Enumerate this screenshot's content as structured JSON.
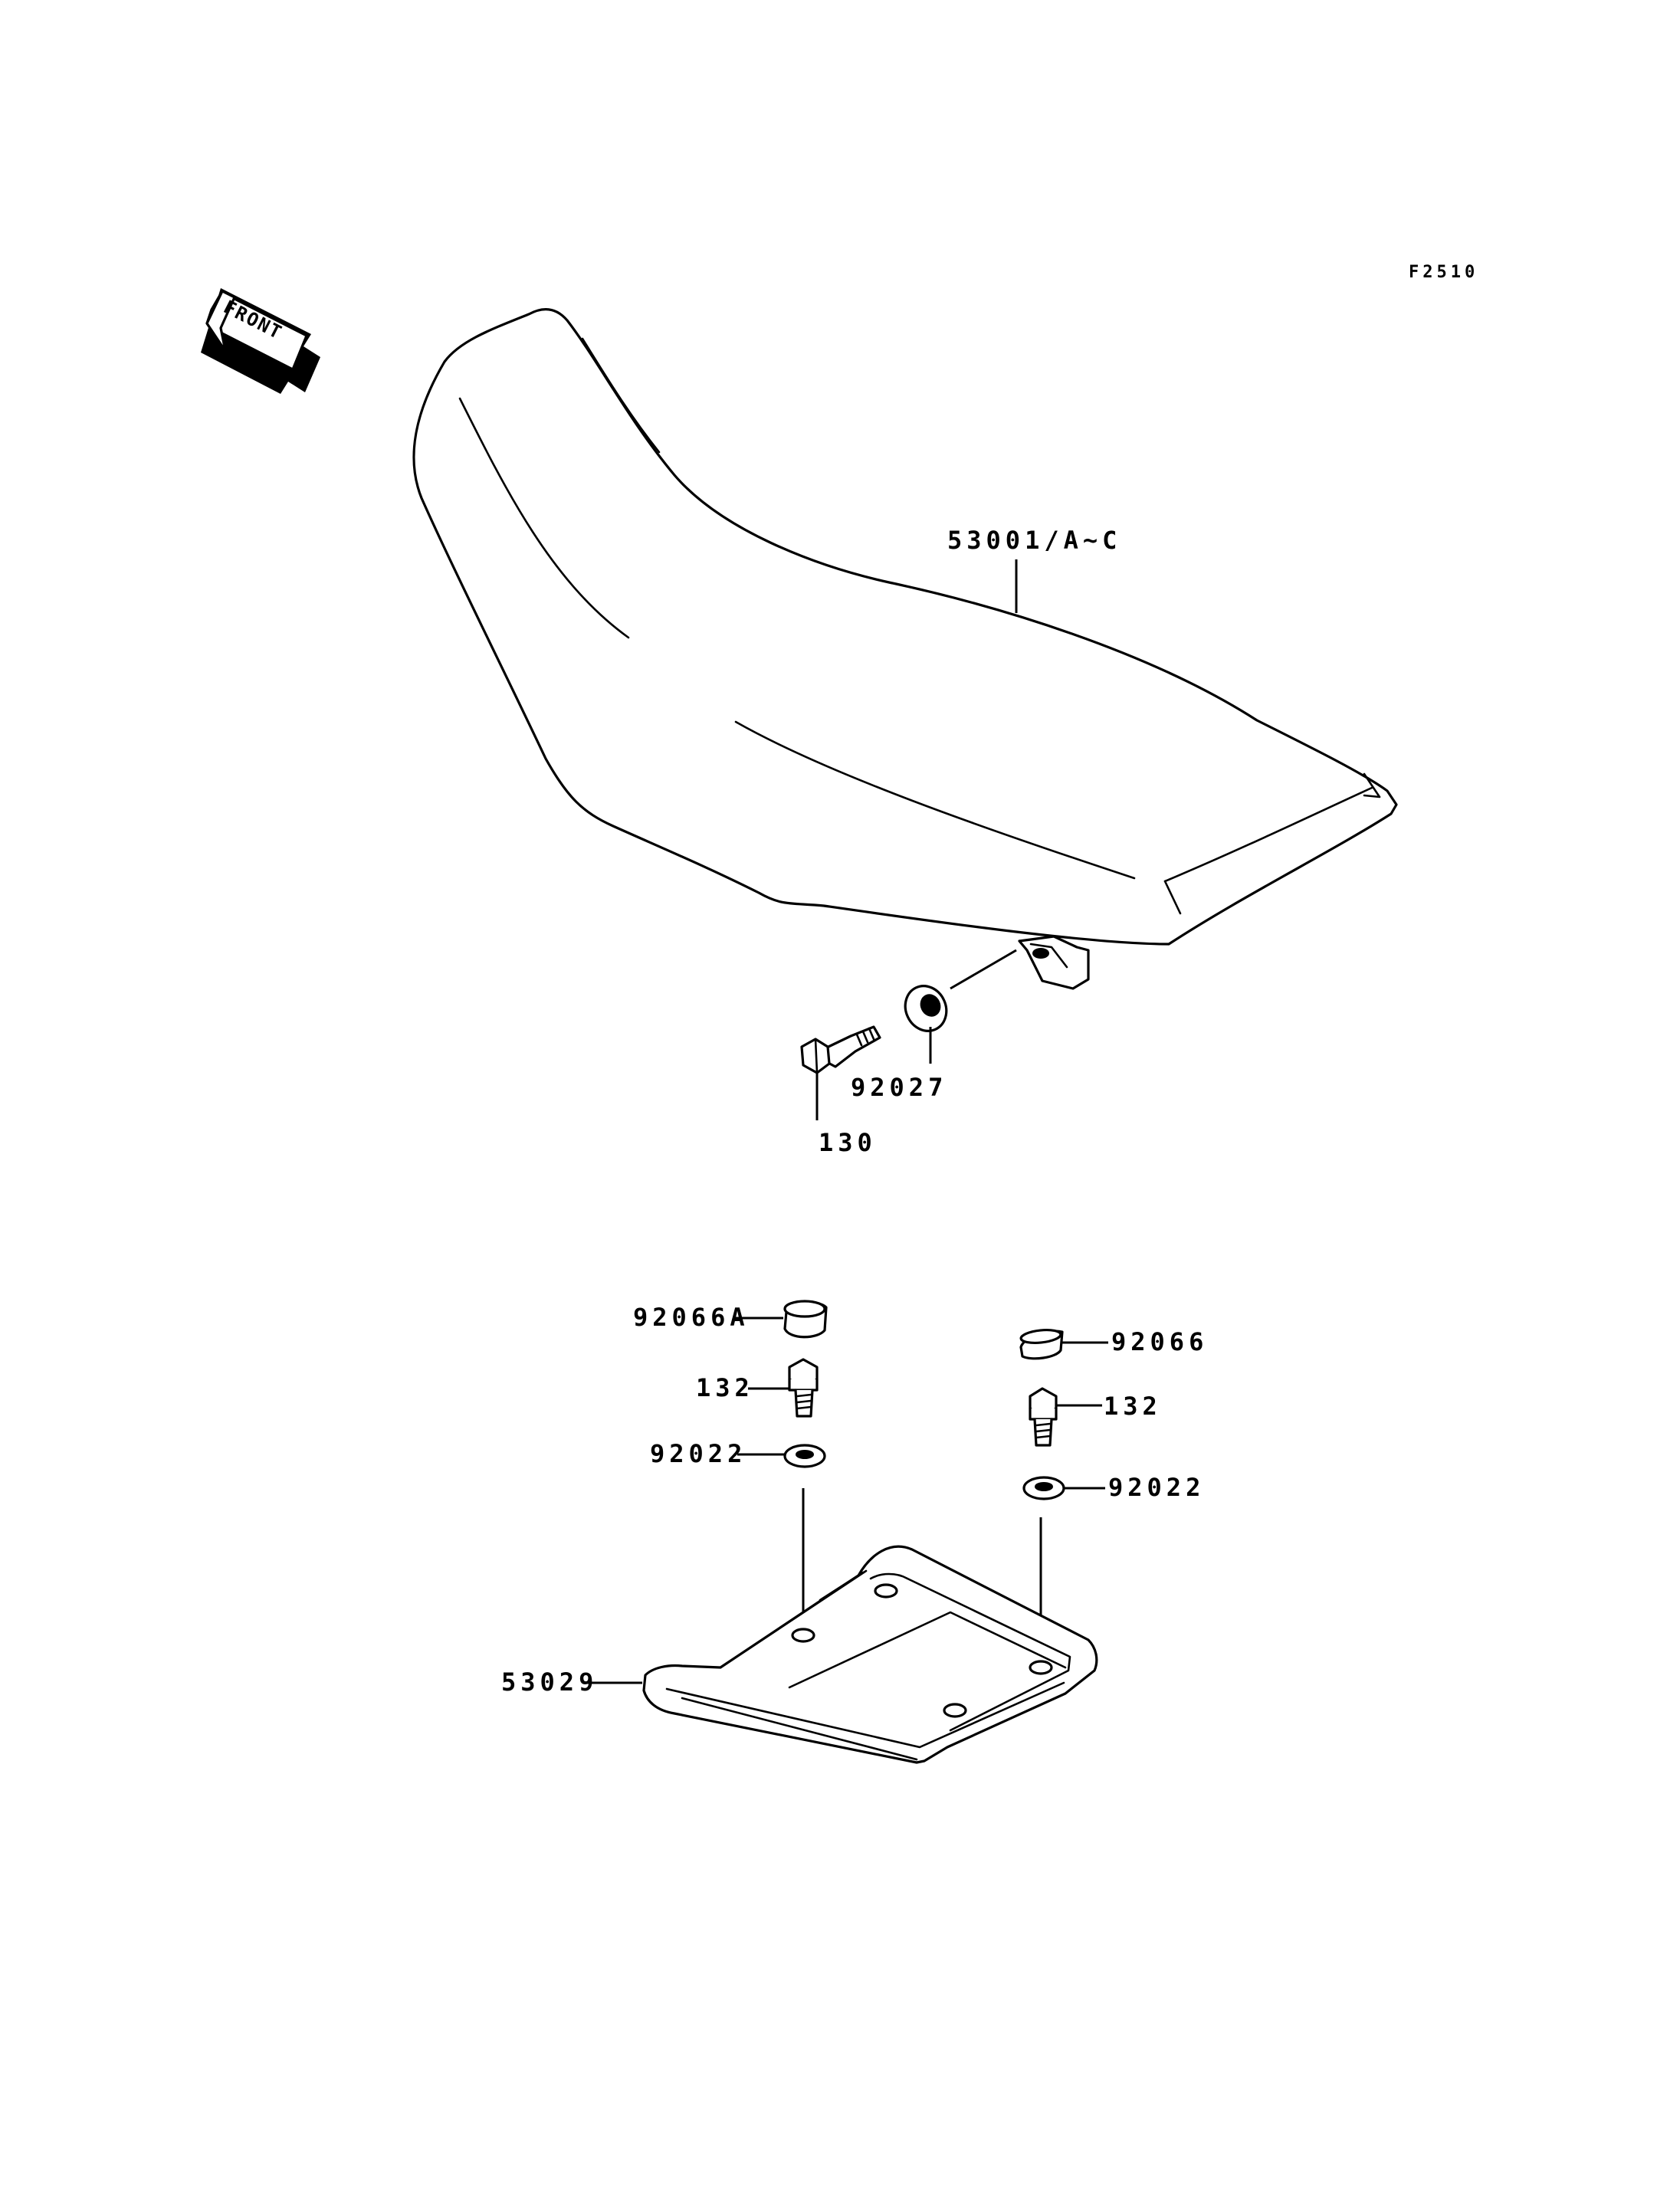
{
  "diagram": {
    "reference_code": "F2510",
    "direction_arrow": {
      "label": "FRONT",
      "icon": "front-arrow-icon"
    },
    "parts": [
      {
        "key": "seat",
        "number": "53001/A~C",
        "icon": "seat-icon"
      },
      {
        "key": "grommet",
        "number": "92027",
        "icon": "grommet-icon"
      },
      {
        "key": "seat_bolt",
        "number": "130",
        "icon": "bolt-icon"
      },
      {
        "key": "cap_left",
        "number": "92066A",
        "icon": "cap-icon"
      },
      {
        "key": "bolt_left",
        "number": "132",
        "icon": "bolt-icon"
      },
      {
        "key": "washer_left",
        "number": "92022",
        "icon": "washer-icon"
      },
      {
        "key": "cap_right",
        "number": "92066",
        "icon": "cap-icon"
      },
      {
        "key": "bolt_right",
        "number": "132",
        "icon": "bolt-icon"
      },
      {
        "key": "washer_right",
        "number": "92022",
        "icon": "washer-icon"
      },
      {
        "key": "carrier",
        "number": "53029",
        "icon": "carrier-plate-icon"
      }
    ]
  }
}
